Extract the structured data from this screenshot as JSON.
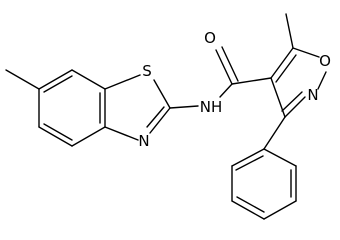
{
  "atoms": {
    "o_carbonyl": "O",
    "s_thiazole": "S",
    "n_amide": "NH",
    "n_thiazole": "N",
    "o_isoxazole": "O",
    "n_isoxazole": "N"
  }
}
